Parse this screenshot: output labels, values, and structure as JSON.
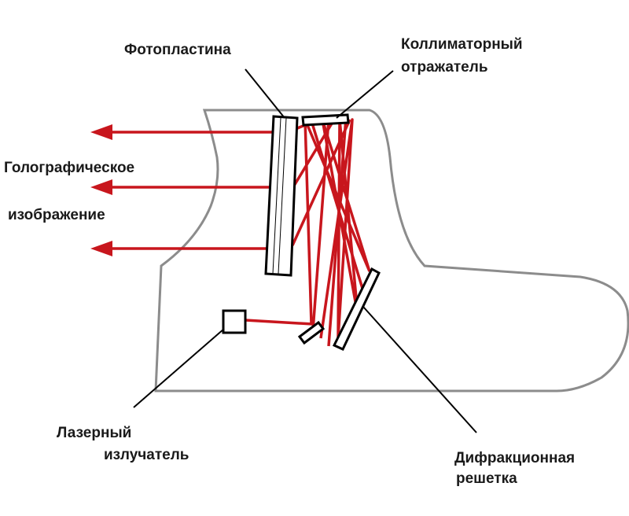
{
  "labels": {
    "photoplate": "Фотопластина",
    "collimator_line1": "Коллиматорный",
    "collimator_line2": "отражатель",
    "hologram_line1": "Голографическое",
    "hologram_line2": "изображение",
    "laser_line1": "Лазерный",
    "laser_line2": "излучатель",
    "grating_line1": "Дифракционная",
    "grating_line2": "решетка"
  },
  "colors": {
    "beam": "#c8161d",
    "outline": "#8c8c8c",
    "component": "#000000",
    "text": "#1a1a1a"
  }
}
